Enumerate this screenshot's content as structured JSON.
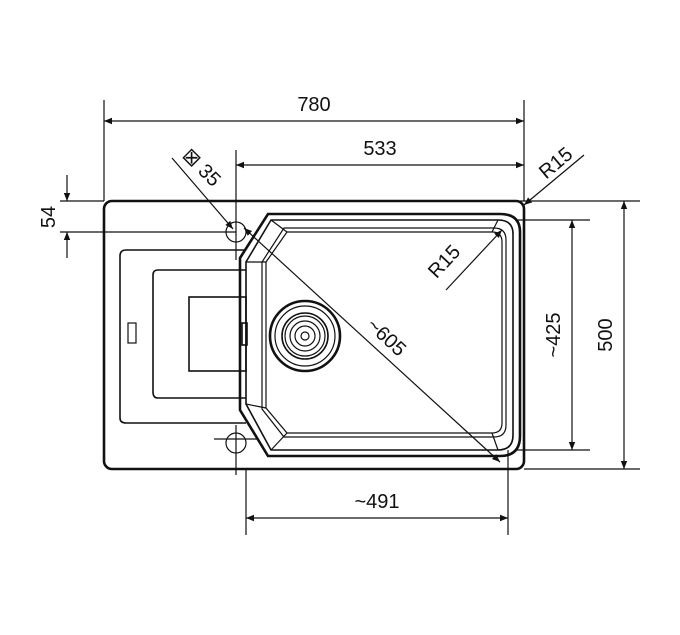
{
  "dimensions": {
    "overall_width": "780",
    "bowl_offset_width": "533",
    "corner_radius_outer": "R15",
    "tap_hole": "⊠ 35",
    "edge_54": "54",
    "inner_radius": "R15",
    "diagonal": "~605",
    "bowl_height": "~425",
    "overall_height": "500",
    "bowl_width": "~491"
  },
  "colors": {
    "line": "#111111",
    "background": "#ffffff"
  }
}
